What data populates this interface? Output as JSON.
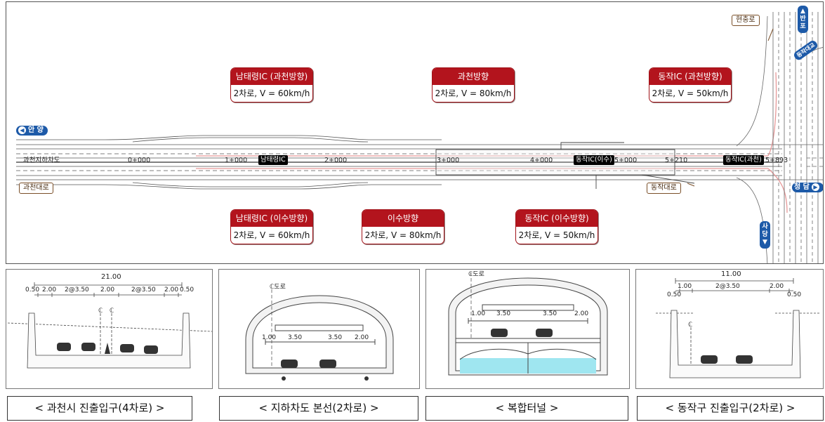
{
  "plan": {
    "callouts": [
      {
        "title": "남태령IC (과천방향)",
        "body": "2차로, V = 60km/h"
      },
      {
        "title": "과천방향",
        "body": "2차로, V = 80km/h"
      },
      {
        "title": "동작IC (과천방향)",
        "body": "2차로, V = 50km/h"
      },
      {
        "title": "남태령IC (이수방향)",
        "body": "2차로, V = 60km/h"
      },
      {
        "title": "이수방향",
        "body": "2차로, V = 80km/h"
      },
      {
        "title": "동작IC (이수방향)",
        "body": "2차로, V = 50km/h"
      }
    ],
    "signs": {
      "anyang": "안 양",
      "gwacheon_daero": "과천대로",
      "dongjak_daero": "동작대로",
      "hyeonchung_ro": "현충로",
      "cheongdam": "청 담",
      "dongjak_bridge": "동작대교",
      "north_vertical": "반포",
      "south_vertical": "사당"
    },
    "markers": {
      "namtaeryeong": "남태령IC",
      "dongjak_isu": "동작IC(이수)",
      "dongjak_gwacheon": "동작IC(과천)"
    },
    "labels": {
      "underpass": "과천지하차도"
    },
    "stations": [
      "0+000",
      "1+000",
      "2+000",
      "3+000",
      "4+000",
      "5+000",
      "5+210",
      "5+893"
    ]
  },
  "sections": [
    {
      "caption": "< 과천시 진출입구(4차로) >",
      "total": "21.00",
      "dims": [
        "0.50",
        "2.00",
        "2@3.50",
        "2.00",
        "2@3.50",
        "2.00",
        "0.50"
      ],
      "cl_marks": [
        "ℂ",
        "ℂ"
      ]
    },
    {
      "caption": "< 지하차도 본선(2차로) >",
      "cl_label": "ℂ도로",
      "dims": [
        "1.00",
        "3.50",
        "3.50",
        "2.00"
      ]
    },
    {
      "caption": "< 복합터널 >",
      "cl_label": "ℂ도로",
      "dims": [
        "1.00",
        "3.50",
        "3.50",
        "2.00"
      ]
    },
    {
      "caption": "< 동작구 진출입구(2차로) >",
      "total": "11.00",
      "dims": [
        "0.50",
        "1.00",
        "2@3.50",
        "2.00",
        "0.50"
      ],
      "cl_mark": "ℂ"
    }
  ],
  "colors": {
    "callout_red": "#b3141d",
    "sign_blue": "#1d5aa8",
    "sign_brown": "#7a4f28",
    "tunnel_water": "#9fe6f0"
  }
}
